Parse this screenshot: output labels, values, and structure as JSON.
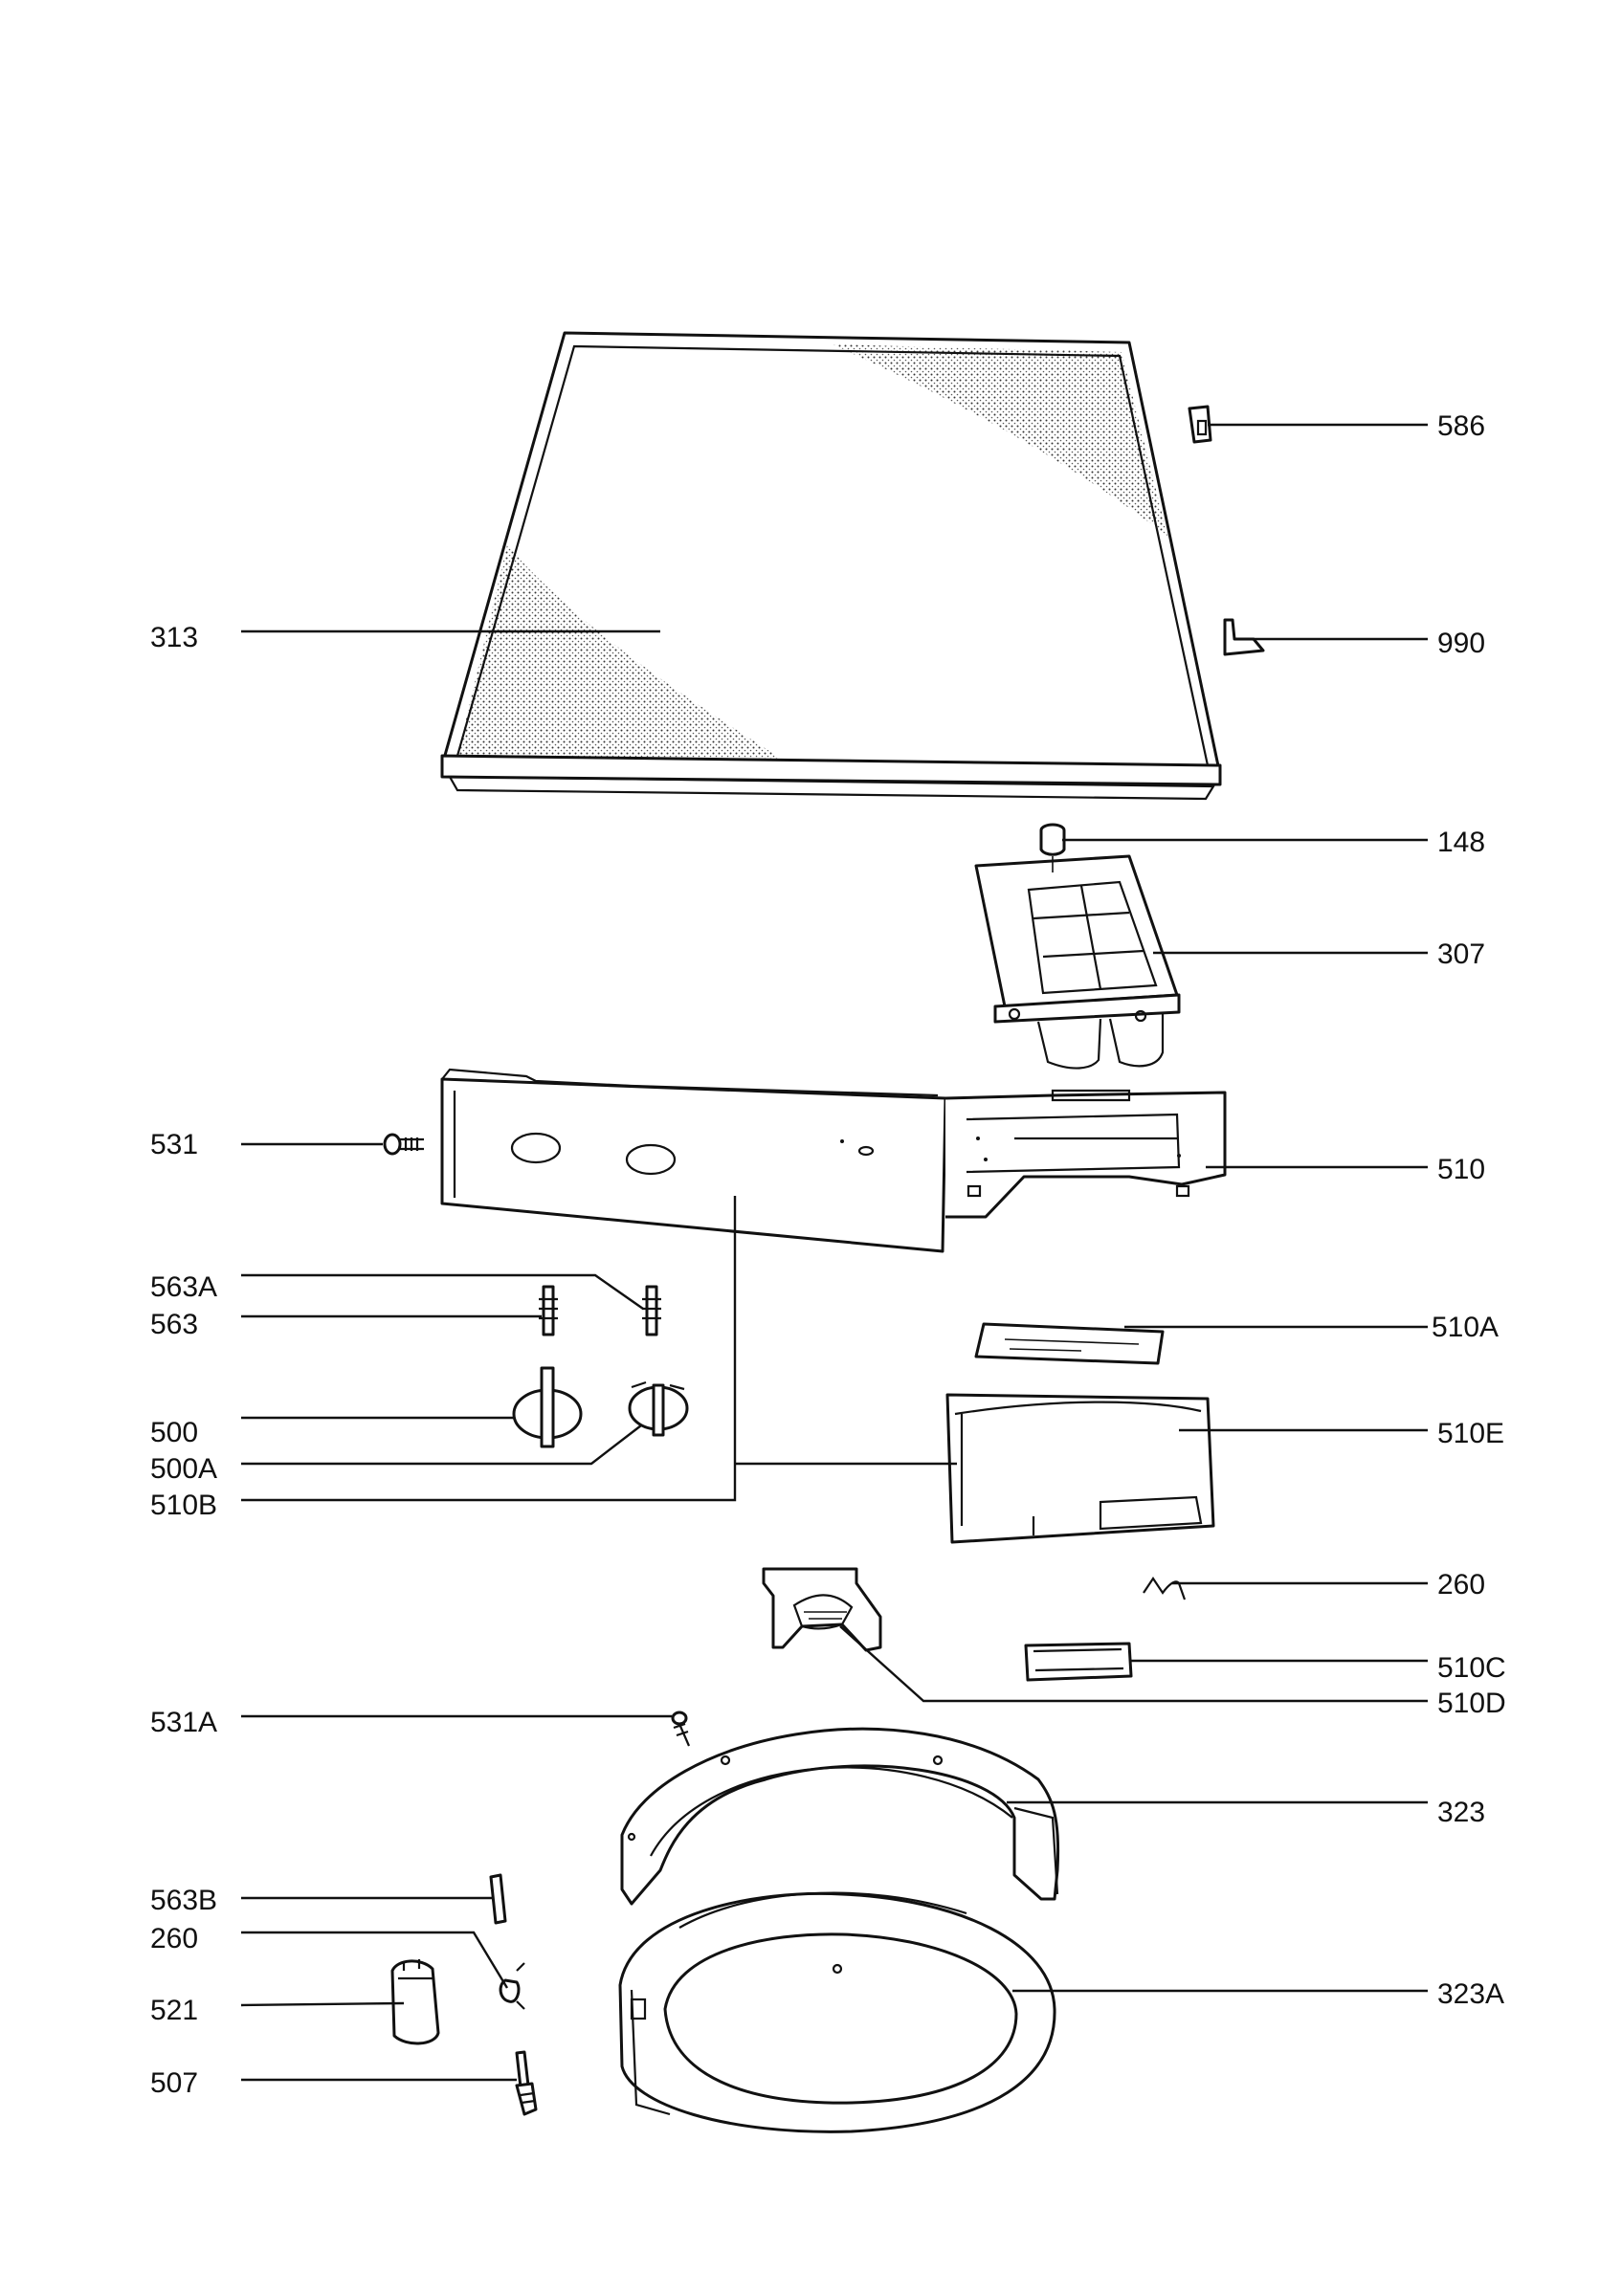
{
  "callouts": {
    "c586": "586",
    "c313": "313",
    "c990": "990",
    "c148": "148",
    "c307": "307",
    "c531": "531",
    "c510": "510",
    "c563A": "563A",
    "c563": "563",
    "c510A": "510A",
    "c500": "500",
    "c510E": "510E",
    "c500A": "500A",
    "c510B": "510B",
    "c260a": "260",
    "c510C": "510C",
    "c510D": "510D",
    "c531A": "531A",
    "c323": "323",
    "c563B": "563B",
    "c260b": "260",
    "c521": "521",
    "c323A": "323A",
    "c507": "507"
  }
}
